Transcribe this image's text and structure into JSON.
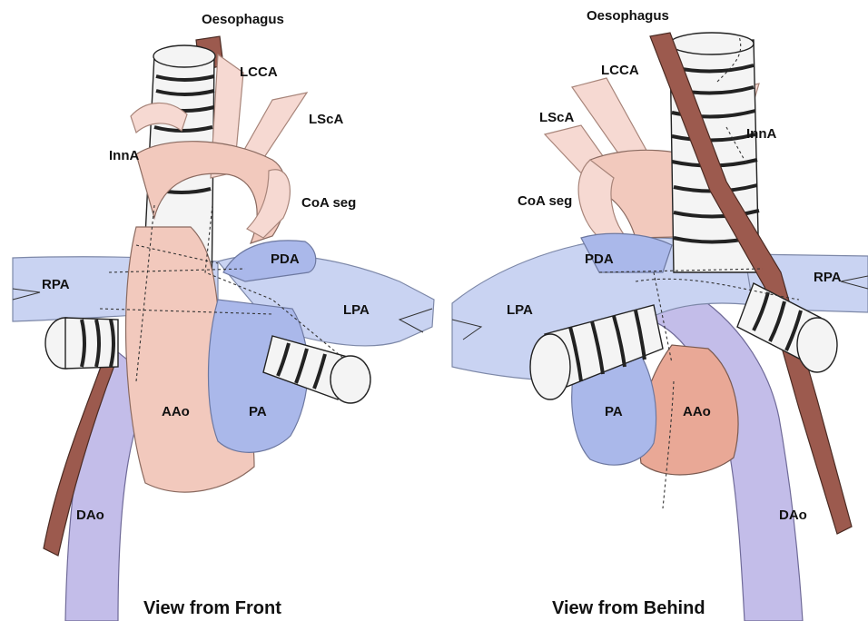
{
  "left_panel": {
    "caption": "View from Front",
    "labels": {
      "oesophagus": "Oesophagus",
      "lcca": "LCCA",
      "lsca": "LScA",
      "inna": "InnA",
      "coa_seg": "CoA seg",
      "pda": "PDA",
      "rpa": "RPA",
      "lpa": "LPA",
      "aao": "AAo",
      "pa": "PA",
      "dao": "DAo"
    }
  },
  "right_panel": {
    "caption": "View from Behind",
    "labels": {
      "oesophagus": "Oesophagus",
      "lcca": "LCCA",
      "lsca": "LScA",
      "inna": "InnA",
      "coa_seg": "CoA seg",
      "pda": "PDA",
      "rpa": "RPA",
      "lpa": "LPA",
      "aao": "AAo",
      "pa": "PA",
      "dao": "DAo"
    }
  },
  "colors": {
    "artery": "#f2c9bd",
    "pulmonary": "#c9d3f2",
    "descending_aorta": "#c3bde9",
    "oesophagus": "#9c5a4e"
  }
}
